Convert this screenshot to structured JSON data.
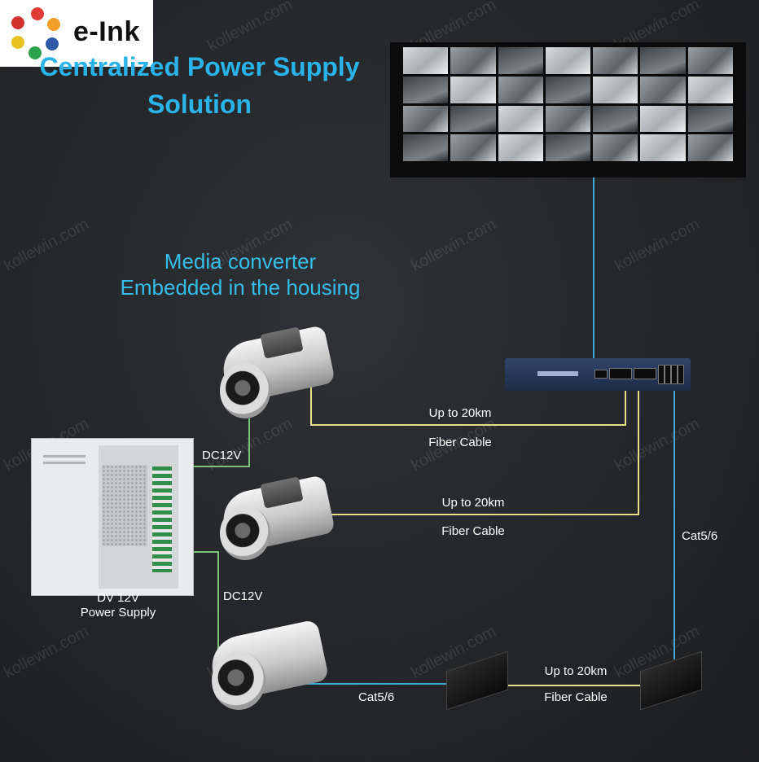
{
  "brand": {
    "logo_text": "e-Ink"
  },
  "heading": {
    "line1": "Centralized Power Supply",
    "line2": "Solution"
  },
  "subheading": {
    "line1": "Media converter",
    "line2": "Embedded in the housing"
  },
  "links": {
    "top_distance": "Up to 20km",
    "top_cable": "Fiber Cable",
    "mid_distance": "Up to 20km",
    "mid_cable": "Fiber Cable",
    "bottom_distance": "Up to 20km",
    "bottom_cable": "Fiber Cable",
    "bottom_copper": "Cat5/6",
    "right_copper": "Cat5/6"
  },
  "power": {
    "dc_upper": "DC12V",
    "dc_lower": "DC12V",
    "supply_line1": "DV 12V",
    "supply_line2": "Power Supply"
  },
  "watermark": "kollewin.com",
  "colors": {
    "title": "#29b3e8",
    "fiber": "#e6e08a",
    "copper": "#3fa9d8",
    "power": "#7ac47a",
    "background": "#26282b"
  }
}
